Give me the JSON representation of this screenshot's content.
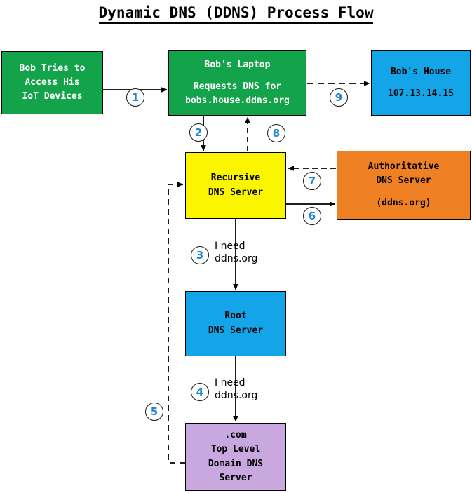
{
  "title": "Dynamic DNS (DDNS) Process Flow",
  "colors": {
    "green": "#13a34a",
    "blue": "#14a5e8",
    "yellow": "#fcf500",
    "orange": "#ef8023",
    "purple": "#c9a8e0",
    "step_number": "#1f85d0",
    "stroke": "#000000",
    "background": "#ffffff"
  },
  "nodes": {
    "bob_user": {
      "lines": [
        "Bob Tries to",
        "Access His",
        "IoT Devices"
      ],
      "fill": "#13a34a",
      "text_color": "#ffffff"
    },
    "bob_laptop": {
      "line1": "Bob's Laptop",
      "line2": "Requests DNS for",
      "line3": "bobs.house.ddns.org",
      "fill": "#13a34a",
      "text_color": "#ffffff"
    },
    "bob_house": {
      "line1": "Bob's House",
      "line2": "107.13.14.15",
      "fill": "#14a5e8",
      "text_color": "#000000"
    },
    "recursive_dns": {
      "line1": "Recursive",
      "line2": "DNS Server",
      "fill": "#fcf500",
      "text_color": "#000000"
    },
    "authoritative_dns": {
      "line1": "Authoritative",
      "line2": "DNS Server",
      "line3": "(ddns.org)",
      "fill": "#ef8023",
      "text_color": "#000000"
    },
    "root_dns": {
      "line1": "Root",
      "line2": "DNS Server",
      "fill": "#14a5e8",
      "text_color": "#000000"
    },
    "tld_dns": {
      "line1": ".com",
      "line2": "Top Level",
      "line3": "Domain DNS",
      "line4": "Server",
      "fill": "#c9a8e0",
      "text_color": "#000000"
    }
  },
  "steps": [
    {
      "number": "1",
      "from": "bob_user",
      "to": "bob_laptop",
      "style": "solid"
    },
    {
      "number": "2",
      "from": "bob_laptop",
      "to": "recursive_dns",
      "style": "solid"
    },
    {
      "number": "3",
      "from": "recursive_dns",
      "to": "root_dns",
      "style": "solid"
    },
    {
      "number": "4",
      "from": "root_dns",
      "to": "tld_dns",
      "style": "solid"
    },
    {
      "number": "5",
      "from": "tld_dns",
      "to": "recursive_dns",
      "style": "dashed"
    },
    {
      "number": "6",
      "from": "recursive_dns",
      "to": "authoritative_dns",
      "style": "solid"
    },
    {
      "number": "7",
      "from": "authoritative_dns",
      "to": "recursive_dns",
      "style": "dashed"
    },
    {
      "number": "8",
      "from": "recursive_dns",
      "to": "bob_laptop",
      "style": "dashed"
    },
    {
      "number": "9",
      "from": "bob_laptop",
      "to": "bob_house",
      "style": "dashed"
    }
  ],
  "edge_labels": {
    "step3_label": "I need\nddns.org",
    "step4_label": "I need\nddns.org"
  }
}
